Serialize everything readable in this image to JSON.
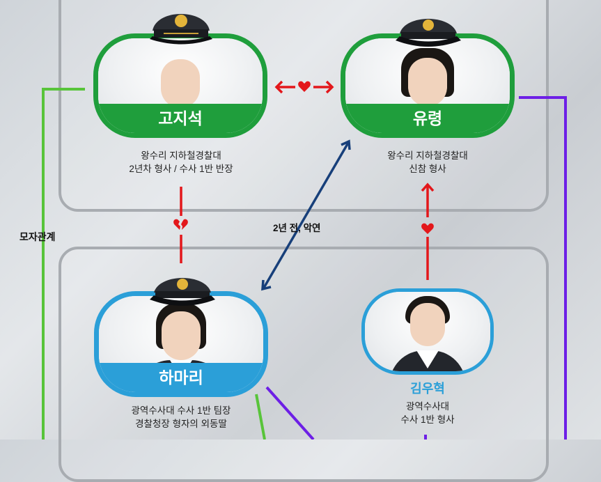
{
  "characters": {
    "go_jiseok": {
      "name": "고지석",
      "desc1": "왕수리 지하철경찰대",
      "desc2": "2년차 형사 / 수사 1반 반장"
    },
    "yuryeong": {
      "name": "유령",
      "desc1": "왕수리 지하철경찰대",
      "desc2": "신참 형사"
    },
    "ha_mari": {
      "name": "하마리",
      "desc1": "광역수사대 수사 1반 팀장",
      "desc2": "경찰청장 형자의 외동딸"
    },
    "kim_woohyuk": {
      "name": "김우혁",
      "desc1": "광역수사대",
      "desc2": "수사 1반 형사"
    }
  },
  "relations": {
    "mother_son": "모자관계",
    "two_years_ago": "2년 전, 악연"
  },
  "colors": {
    "green": "#1f9e3c",
    "blue": "#2b9fd8",
    "red": "#e3171b",
    "navy": "#173f7a",
    "purple": "#6d1fe6",
    "lime": "#58c43a",
    "box_border": "#a8acb1"
  }
}
